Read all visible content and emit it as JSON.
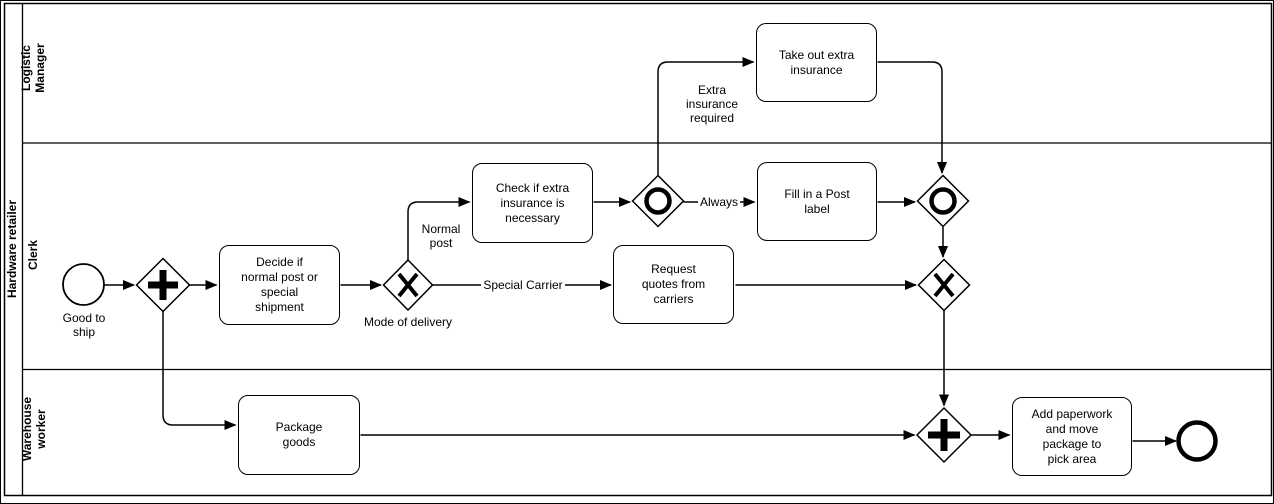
{
  "diagram": {
    "pool": {
      "label": "Hardware retailer"
    },
    "lanes": [
      {
        "label": [
          "Logistic",
          "Manager"
        ]
      },
      {
        "label": [
          "Clerk"
        ]
      },
      {
        "label": [
          "Warehouse",
          "worker"
        ]
      }
    ],
    "tasks": {
      "decide": [
        "Decide if",
        "normal post or",
        "special",
        "shipment"
      ],
      "check_insurance": [
        "Check if extra",
        "insurance is",
        "necessary"
      ],
      "take_out_insurance": [
        "Take out extra",
        "insurance"
      ],
      "fill_post_label": [
        "Fill in a Post",
        "label"
      ],
      "request_quotes": [
        "Request",
        "quotes from",
        "carriers"
      ],
      "package_goods": [
        "Package",
        "goods"
      ],
      "add_paperwork": [
        "Add paperwork",
        "and move",
        "package to",
        "pick area"
      ]
    },
    "events": {
      "start_label": [
        "Good to",
        "ship"
      ]
    },
    "gateway_labels": {
      "mode_of_delivery": "Mode of delivery"
    },
    "flow_labels": {
      "normal_post": "Normal post",
      "special_carrier": "Special Carrier",
      "always": "Always",
      "extra_insurance_required": [
        "Extra insurance",
        "required"
      ]
    },
    "colors": {
      "stroke": "#000000",
      "background": "#ffffff"
    }
  }
}
